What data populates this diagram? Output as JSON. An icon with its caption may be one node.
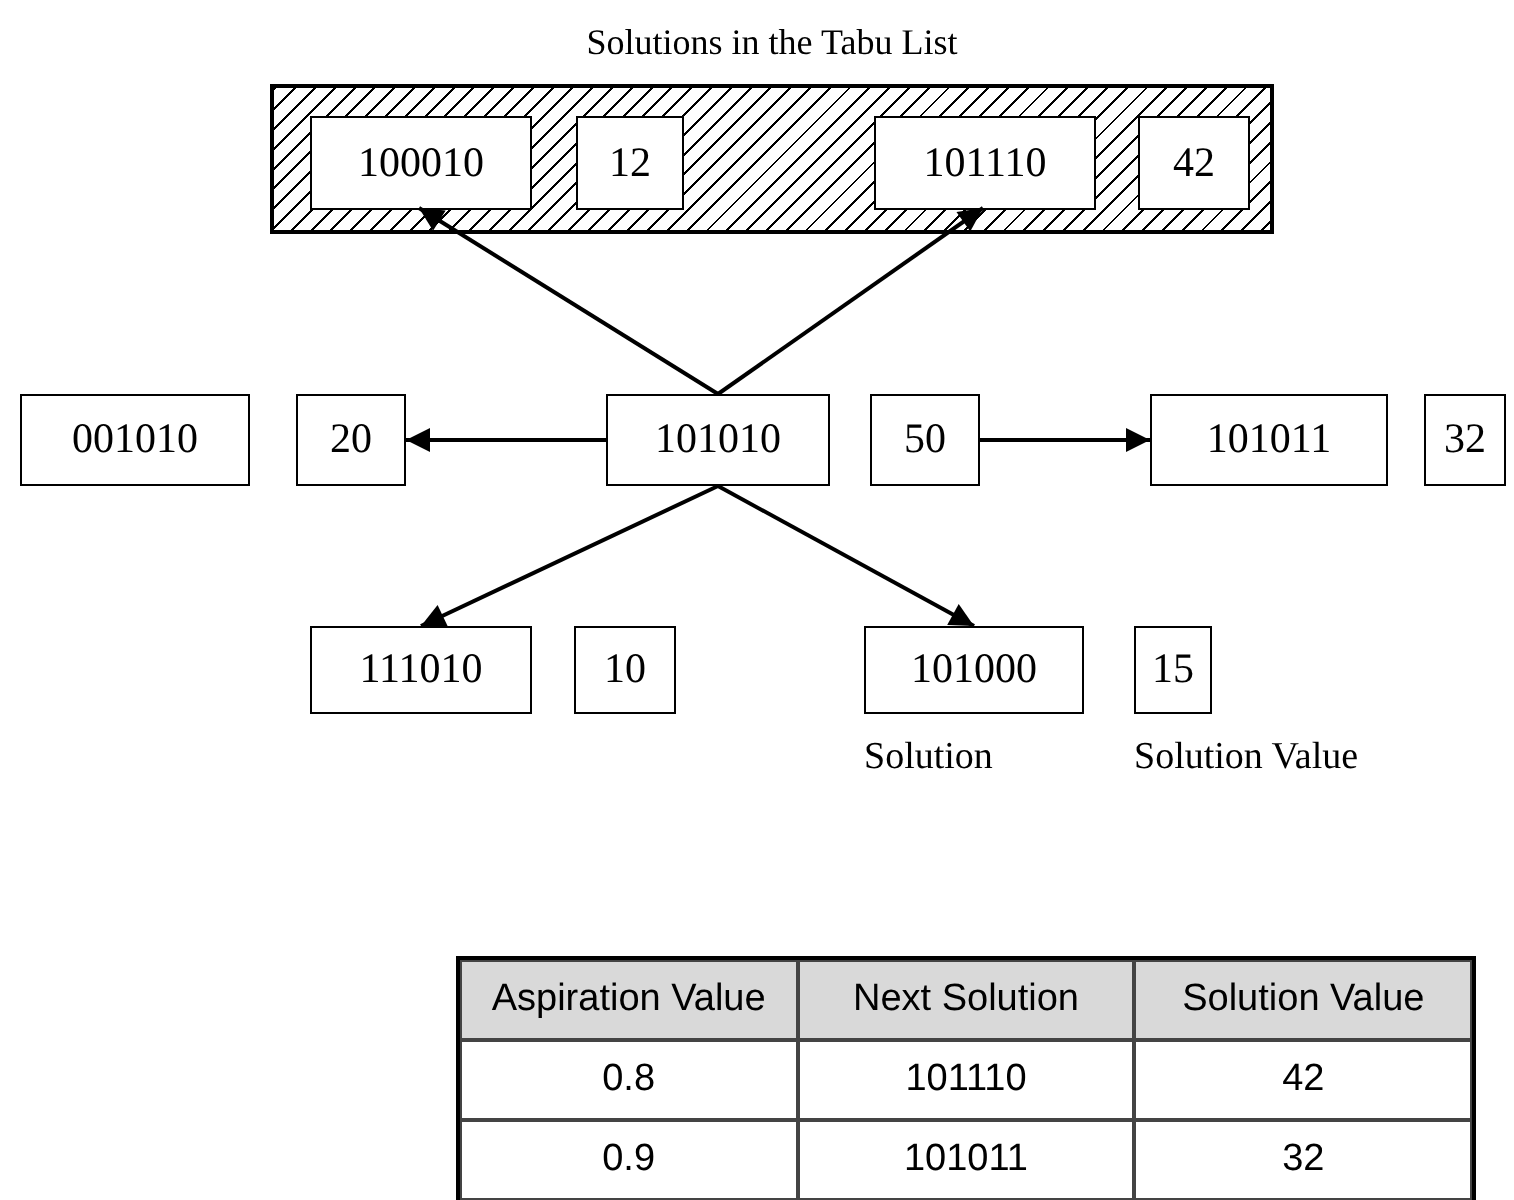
{
  "diagram": {
    "nodes": [
      {
        "text": [
          "Solutions in the Tabu List"
        ]
      },
      {
        "text": [
          "100010"
        ],
        "in": 0
      },
      {
        "text": [
          "12"
        ],
        "in": 0
      },
      {
        "text": [
          "101110"
        ],
        "in": 0
      },
      {
        "text": [
          "42"
        ],
        "in": 0
      },
      {
        "text": [
          "001010"
        ]
      },
      {
        "text": [
          "20"
        ]
      },
      {
        "text": [
          "101010"
        ]
      },
      {
        "text": [
          "50"
        ]
      },
      {
        "text": [
          "101011"
        ]
      },
      {
        "text": [
          "32"
        ]
      },
      {
        "text": [
          "111010"
        ]
      },
      {
        "text": [
          "10"
        ]
      },
      {
        "text": [
          "101000"
        ],
        "beside": [
          "Solution"
        ]
      },
      {
        "text": [
          "15"
        ],
        "beside": [
          "Solution Value"
        ]
      }
    ],
    "edges": [
      {
        "from": 7,
        "to": 1,
        "arrow": "to"
      },
      {
        "from": 7,
        "to": 3,
        "arrow": "to"
      },
      {
        "from": 7,
        "to": 6,
        "arrow": "to"
      },
      {
        "from": 8,
        "to": 9,
        "arrow": "to"
      },
      {
        "from": 7,
        "to": 11,
        "arrow": "to"
      },
      {
        "from": 7,
        "to": 13,
        "arrow": "to"
      }
    ],
    "labels": [
      "Aspiration Value",
      "Next Solution",
      "Solution Value",
      "0.8",
      "101110",
      "42",
      "0.9",
      "101011",
      "32"
    ]
  }
}
